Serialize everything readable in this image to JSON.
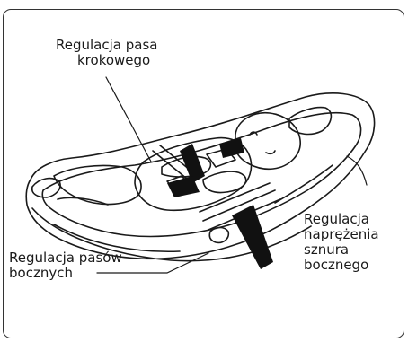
{
  "diagram": {
    "callouts": {
      "crotch_strap_adjustment": {
        "line1": "Regulacja pasa",
        "line2": "krokowego"
      },
      "side_straps_adjustment": {
        "line1": "Regulacja pasów",
        "line2": "bocznych"
      },
      "side_cord_tension_adjustment": {
        "line1": "Regulacja",
        "line2": "naprężenia",
        "line3": "sznura",
        "line4": "bocznego"
      }
    },
    "colors": {
      "ink": "#1a1a1a",
      "strap": "#111111",
      "frame": "#333333",
      "background": "#ffffff"
    }
  }
}
